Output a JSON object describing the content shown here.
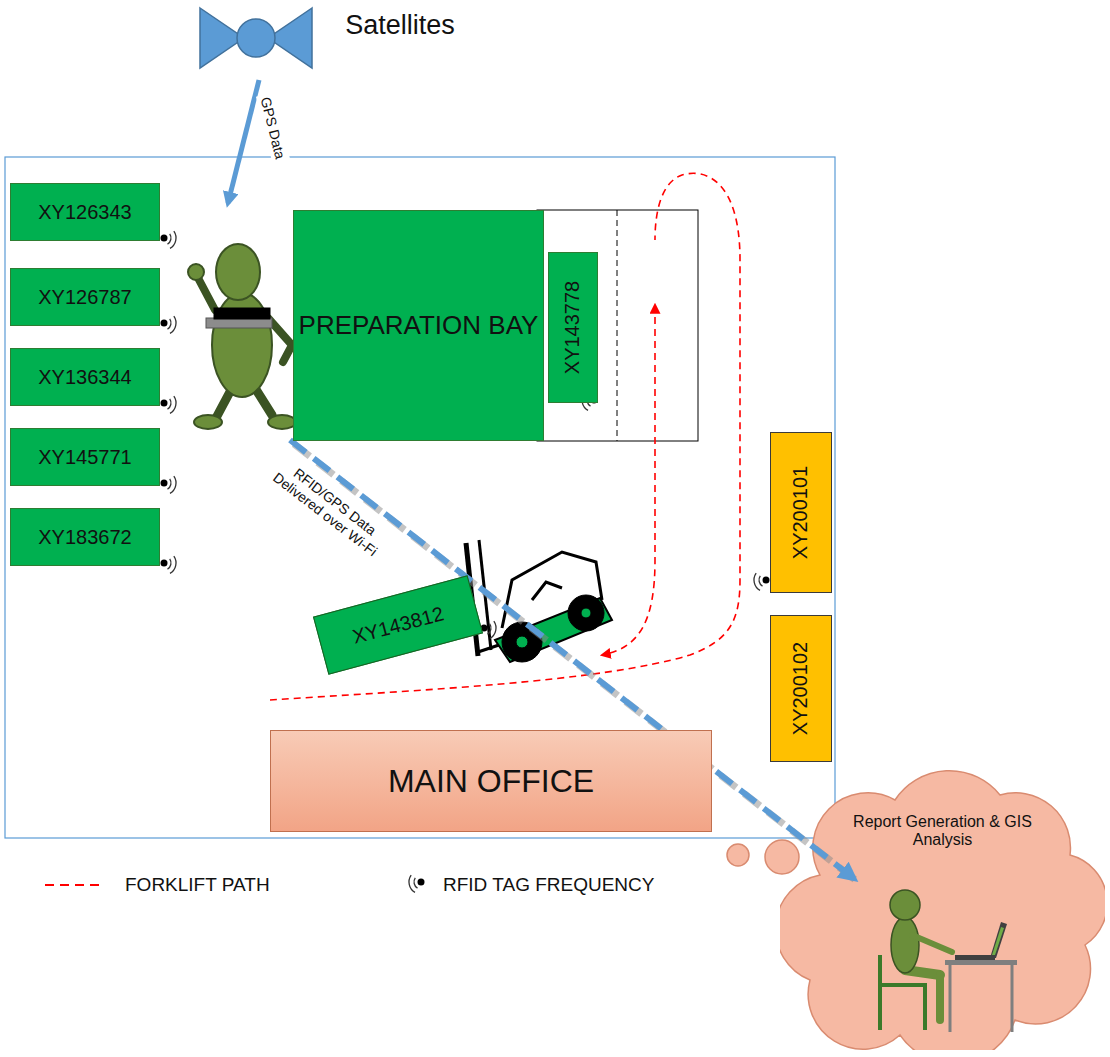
{
  "diagram": {
    "nodes": [
      {
        "text": [
          "XY126343"
        ]
      },
      {
        "text": [
          "XY126787"
        ]
      },
      {
        "text": [
          "XY136344"
        ]
      },
      {
        "text": [
          "XY145771"
        ]
      },
      {
        "text": [
          "XY183672"
        ]
      },
      {
        "text": [
          "PREPARATION BAY"
        ]
      },
      {
        "text": [
          "XY143778"
        ]
      },
      {
        "text": [
          "XY143812"
        ]
      },
      {
        "text": [
          "XY200101"
        ]
      },
      {
        "text": [
          "XY200102"
        ]
      },
      {
        "text": [
          "MAIN OFFICE"
        ]
      },
      {
        "text": [
          "Report Generation & GIS Analysis"
        ]
      }
    ],
    "labels": [
      "Satellites",
      "GPS Data",
      "RFID/GPS Data Delivered over Wi-Fi"
    ],
    "legend": [
      {
        "text": "FORKLIFT PATH"
      },
      {
        "text": "RFID TAG FREQUENCY"
      }
    ]
  }
}
